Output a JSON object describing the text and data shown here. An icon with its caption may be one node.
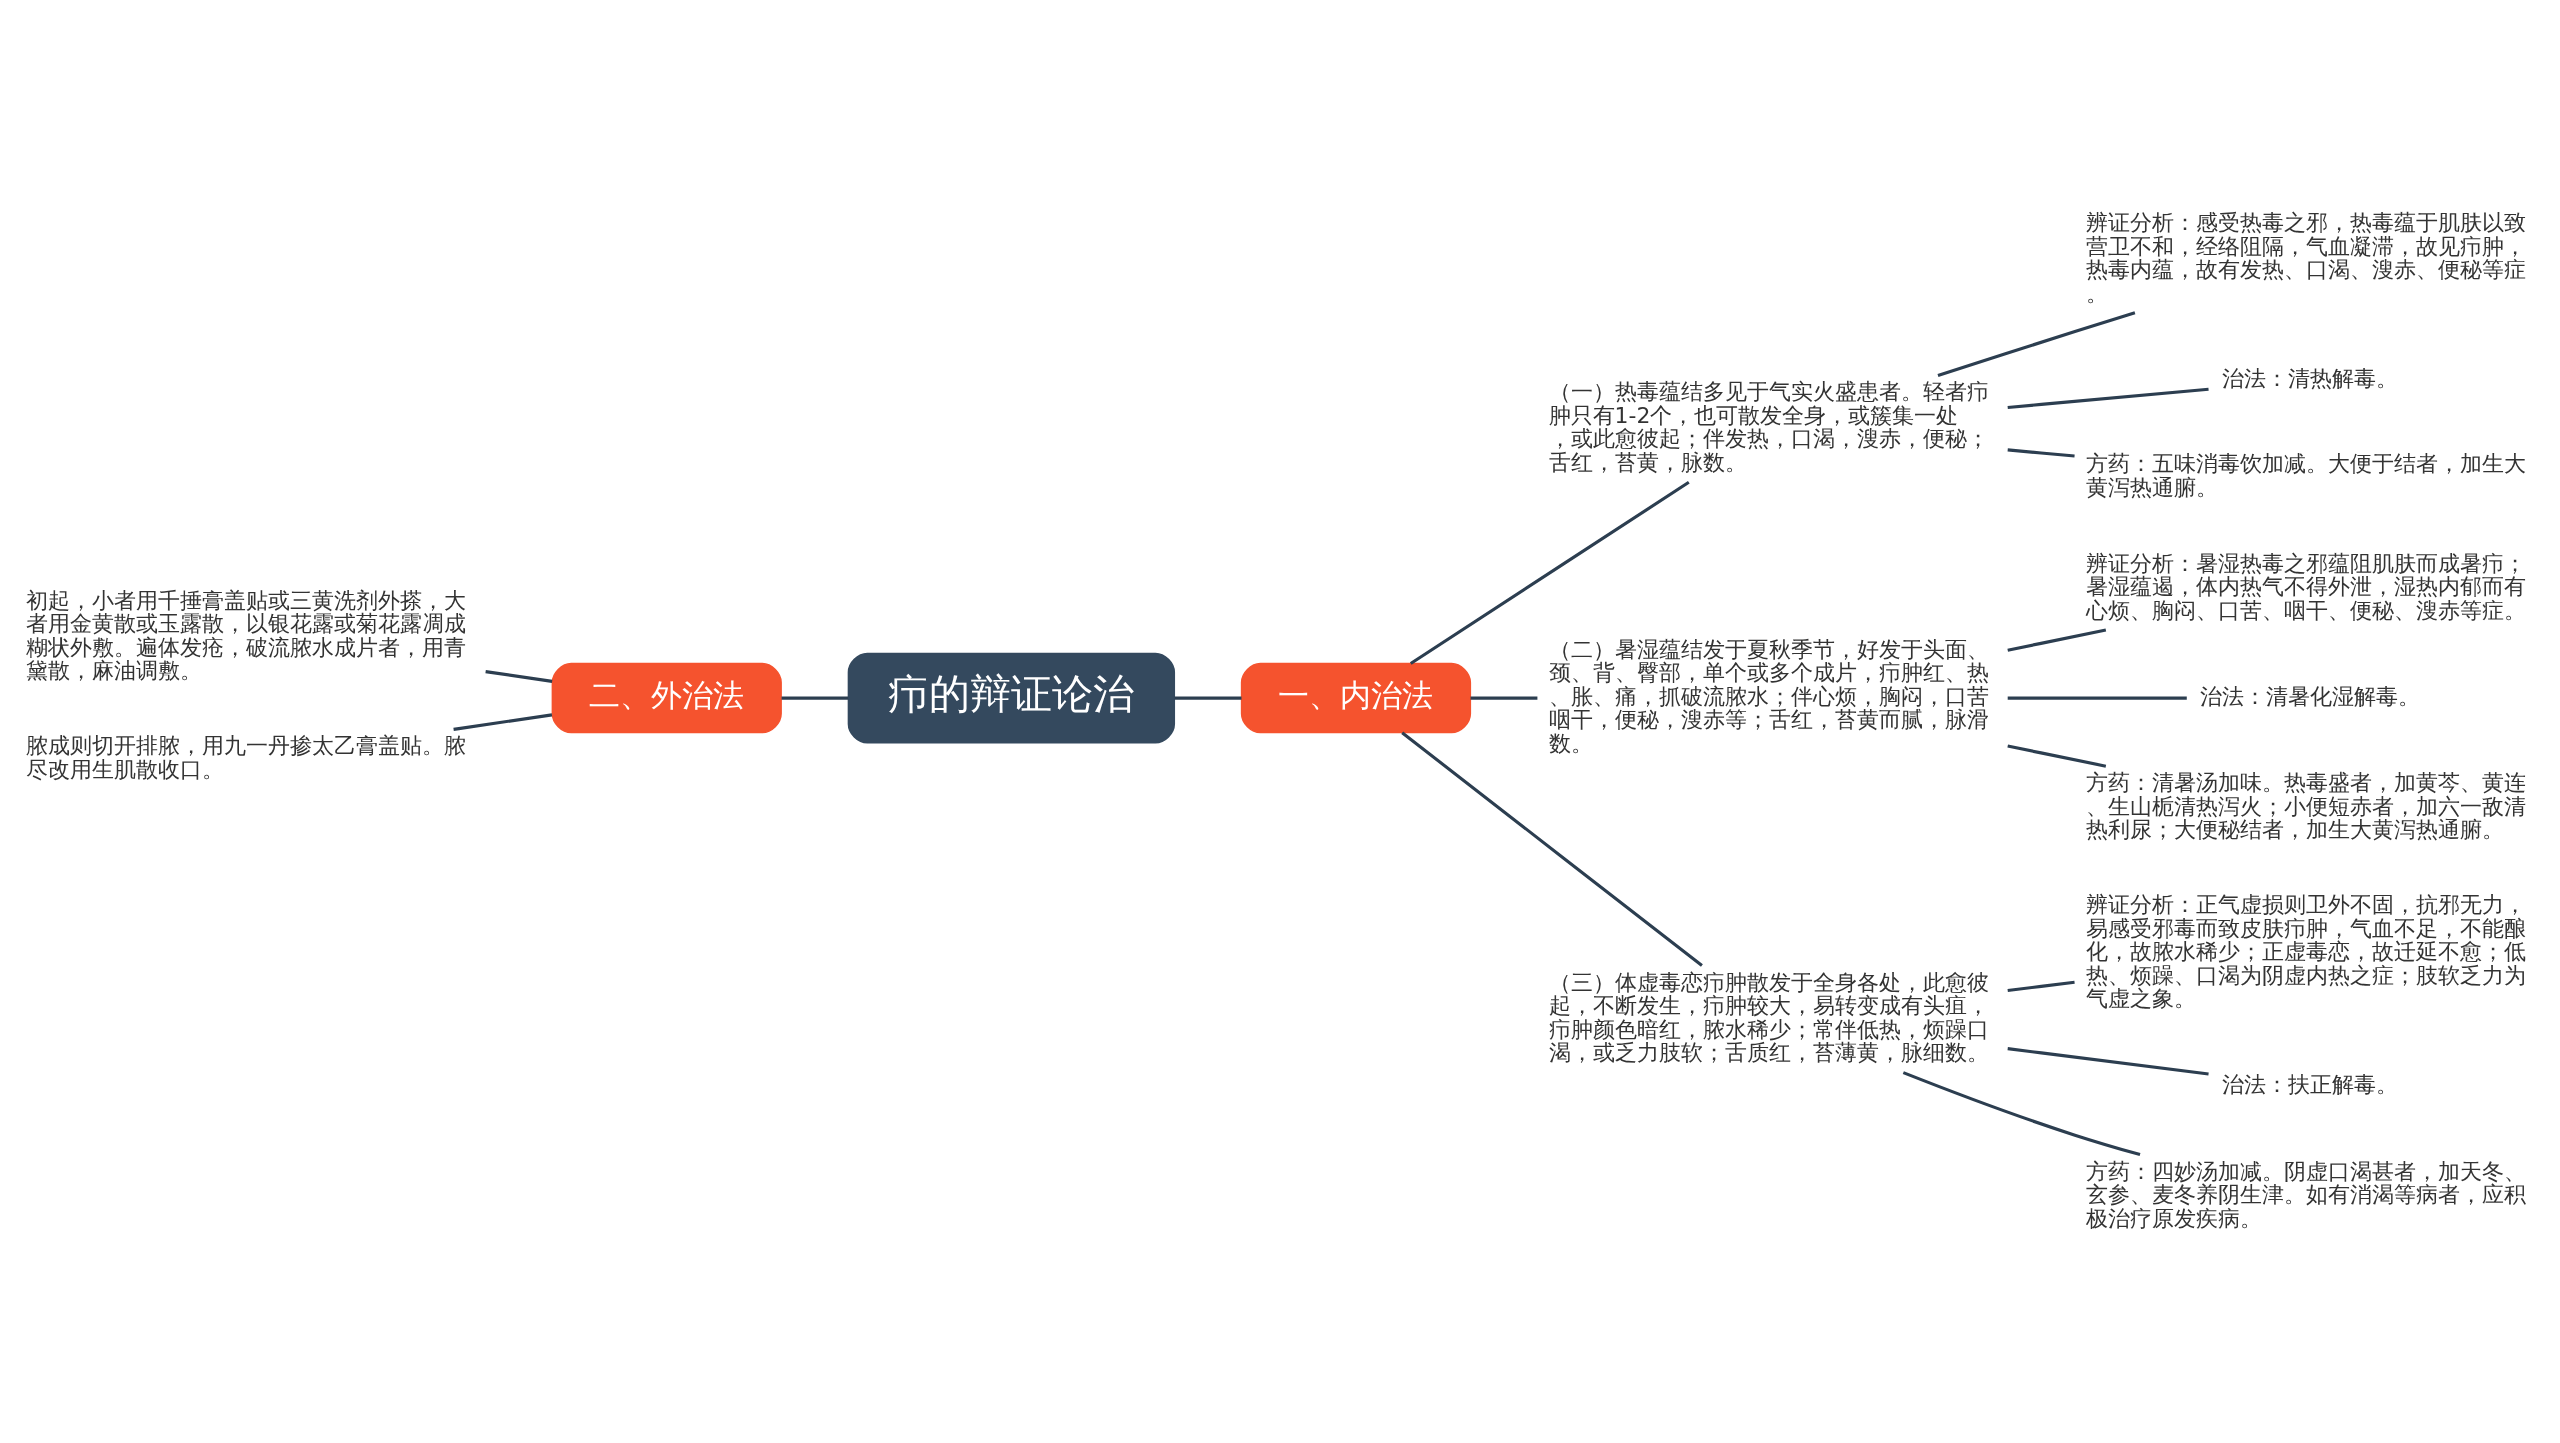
{
  "diagram": {
    "nodes": [
      {
        "text": [
          "疖的辩证论治"
        ]
      },
      {
        "text": [
          "一、内治法"
        ]
      },
      {
        "text": [
          "（一）热毒蕴结多见于气实火盛患者。轻者疖肿只有1-2个，也可散发全身，或簇集一处，或此愈彼起；伴发热，口渴，溲赤，便秘；舌红，苔黄，脉数。"
        ]
      },
      {
        "text": [
          "辨证分析：感受热毒之邪，热毒蕴于肌肤以致营卫不和，经络阻隔，气血凝滞，故见疖肿，热毒内蕴，故有发热、口渴、溲赤、便秘等症。"
        ]
      },
      {
        "text": [
          "治法：清热解毒。"
        ]
      },
      {
        "text": [
          "方药：五味消毒饮加减。大便于结者，加生大黄泻热通腑。"
        ]
      },
      {
        "text": [
          "（二）暑湿蕴结发于夏秋季节，好发于头面、颈、背、臀部，单个或多个成片，疖肿红、热、胀、痛，抓破流脓水；伴心烦，胸闷，口苦咽干，便秘，溲赤等；舌红，苔黄而腻，脉滑数。"
        ]
      },
      {
        "text": [
          "辨证分析：暑湿热毒之邪蕴阻肌肤而成暑疖；暑湿蕴遏，体内热气不得外泄，湿热内郁而有心烦、胸闷、口苦、咽干、便秘、溲赤等症。"
        ]
      },
      {
        "text": [
          "治法：清暑化湿解毒。"
        ]
      },
      {
        "text": [
          "方药：清暑汤加味。热毒盛者，加黄芩、黄连、生山栀清热泻火；小便短赤者，加六一敌清热利尿；大便秘结者，加生大黄泻热通腑。"
        ]
      },
      {
        "text": [
          "（三）体虚毒恋疖肿散发于全身各处，此愈彼起，不断发生，疖肿较大，易转变成有头疽，疖肿颜色暗红，脓水稀少；常伴低热，烦躁口渴，或乏力肢软；舌质红，苔薄黄，脉细数。"
        ]
      },
      {
        "text": [
          "辨证分析：正气虚损则卫外不固，抗邪无力，易感受邪毒而致皮肤疖肿，气血不足，不能酿化，故脓水稀少；正虚毒恋，故迁延不愈；低热、烦躁、口渴为阴虚内热之症；肢软乏力为气虚之象。"
        ]
      },
      {
        "text": [
          "治法：扶正解毒。"
        ]
      },
      {
        "text": [
          "方药：四妙汤加减。阴虚口渴甚者，加天冬、玄参、麦冬养阴生津。如有消渴等病者，应积极治疗原发疾病。"
        ]
      },
      {
        "text": [
          "二、外治法"
        ]
      },
      {
        "text": [
          "初起，小者用千捶膏盖贴或三黄洗剂外搽，大者用金黄散或玉露散，以银花露或菊花露凋成糊状外敷。遍体发疮，破流脓水成片者，用青黛散，麻油调敷。"
        ]
      },
      {
        "text": [
          "脓成则切开排脓，用九一丹掺太乙膏盖贴。脓尽改用生肌散收口。"
        ]
      }
    ],
    "edges": [
      {
        "from": 0,
        "to": 1,
        "arrow": "none"
      },
      {
        "from": 1,
        "to": 2,
        "arrow": "none"
      },
      {
        "from": 2,
        "to": 3,
        "arrow": "none"
      },
      {
        "from": 2,
        "to": 4,
        "arrow": "none"
      },
      {
        "from": 2,
        "to": 5,
        "arrow": "none"
      },
      {
        "from": 1,
        "to": 6,
        "arrow": "none"
      },
      {
        "from": 6,
        "to": 7,
        "arrow": "none"
      },
      {
        "from": 6,
        "to": 8,
        "arrow": "none"
      },
      {
        "from": 6,
        "to": 9,
        "arrow": "none"
      },
      {
        "from": 1,
        "to": 10,
        "arrow": "none"
      },
      {
        "from": 10,
        "to": 11,
        "arrow": "none"
      },
      {
        "from": 10,
        "to": 12,
        "arrow": "none"
      },
      {
        "from": 10,
        "to": 13,
        "arrow": "none"
      },
      {
        "from": 15,
        "to": 14,
        "arrow": "none"
      },
      {
        "from": 16,
        "to": 14,
        "arrow": "none"
      },
      {
        "from": 14,
        "to": 0,
        "arrow": "none"
      }
    ]
  }
}
